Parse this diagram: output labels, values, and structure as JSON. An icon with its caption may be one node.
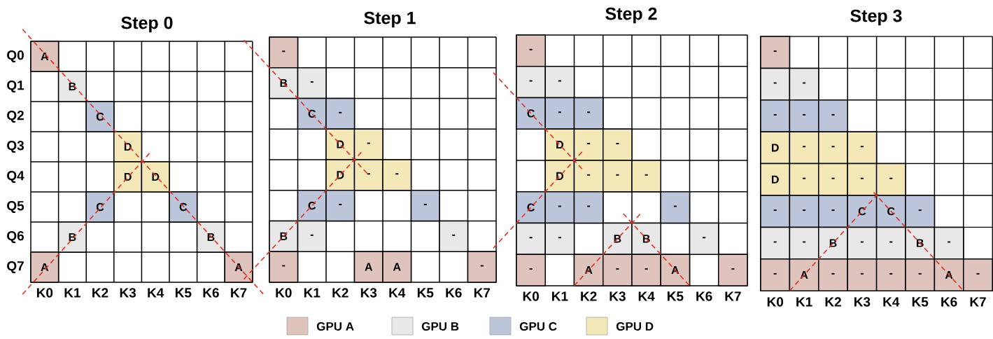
{
  "diagram": {
    "labels": [
      "Step 0",
      "Q0",
      "A",
      "Q1",
      "B",
      "Q2",
      "C",
      "Q3",
      "D",
      "Q4",
      "D",
      "D",
      "Q5",
      "C",
      "C",
      "Q6",
      "B",
      "B",
      "Q7",
      "A",
      "A",
      "K0",
      "K1",
      "K2",
      "K3",
      "K4",
      "K5",
      "K6",
      "K7",
      "Step 1",
      "-",
      "B",
      "-",
      "C",
      "-",
      "D",
      "-",
      "D",
      "-",
      "-",
      "C",
      "-",
      "-",
      "B",
      "-",
      "-",
      "-",
      "A",
      "A",
      "-",
      "K0",
      "K1",
      "K2",
      "K3",
      "K4",
      "K5",
      "K6",
      "K7",
      "Step 2",
      "-",
      "-",
      "-",
      "C",
      "-",
      "-",
      "D",
      "-",
      "-",
      "D",
      "-",
      "-",
      "-",
      "C",
      "-",
      "-",
      "-",
      "-",
      "-",
      "B",
      "B",
      "-",
      "-",
      "A",
      "-",
      "-",
      "A",
      "-",
      "K0",
      "K1",
      "K2",
      "K3",
      "K4",
      "K5",
      "K6",
      "K7",
      "Step 3",
      "-",
      "-",
      "-",
      "-",
      "-",
      "-",
      "D",
      "-",
      "-",
      "-",
      "D",
      "-",
      "-",
      "-",
      "-",
      "-",
      "-",
      "-",
      "C",
      "C",
      "-",
      "-",
      "-",
      "B",
      "-",
      "-",
      "B",
      "-",
      "-",
      "A",
      "-",
      "-",
      "-",
      "-",
      "A",
      "-",
      "K0",
      "K1",
      "K2",
      "K3",
      "K4",
      "K5",
      "K6",
      "K7"
    ],
    "legend": [
      {
        "text": "GPU A",
        "color": "#dfc4be"
      },
      {
        "text": "GPU B",
        "color": "#e8e8e8"
      },
      {
        "text": "GPU C",
        "color": "#bcc5da"
      },
      {
        "text": "GPU D",
        "color": "#f5e8b8"
      }
    ]
  }
}
